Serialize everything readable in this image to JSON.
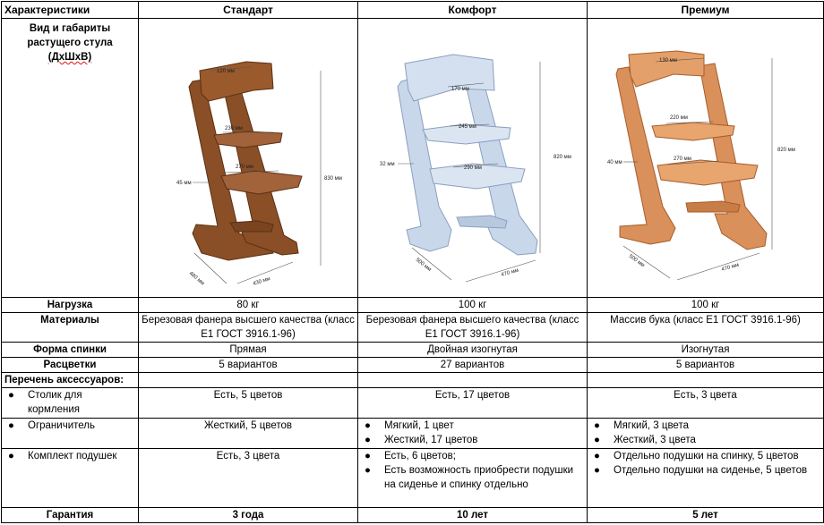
{
  "headers": [
    "Характеристики",
    "Стандарт",
    "Комфорт",
    "Премиум"
  ],
  "image_row": {
    "label_lines": [
      "Вид и габариты",
      "растущего стула"
    ],
    "label_dims": "(ДхШхВ)",
    "standard": {
      "top": "120 мм",
      "shelf1": "230 мм",
      "shelf2": "270 мм",
      "side": "45 мм",
      "height": "830 мм",
      "depth": "480 мм",
      "width": "430 мм"
    },
    "comfort": {
      "top": "170 мм",
      "shelf1": "245 мм",
      "shelf2": "290 мм",
      "side": "32 мм",
      "height": "820 мм",
      "depth": "500 мм",
      "width": "470 мм"
    },
    "premium": {
      "top": "130 мм",
      "shelf1": "220 мм",
      "shelf2": "270 мм",
      "side": "40 мм",
      "height": "820 мм",
      "depth": "500 мм",
      "width": "470 мм"
    }
  },
  "rows": {
    "load": {
      "label": "Нагрузка",
      "standard": "80 кг",
      "comfort": "100 кг",
      "premium": "100 кг"
    },
    "materials": {
      "label": "Материалы",
      "standard": "Березовая фанера высшего качества (класс Е1 ГОСТ 3916.1-96)",
      "comfort": "Березовая фанера высшего качества (класс Е1 ГОСТ 3916.1-96)",
      "premium": "Массив бука (класс Е1 ГОСТ 3916.1-96)"
    },
    "back": {
      "label": "Форма спинки",
      "standard": "Прямая",
      "comfort": "Двойная изогнутая",
      "premium": "Изогнутая"
    },
    "colors": {
      "label": "Расцветки",
      "standard": "5 вариантов",
      "comfort": "27 вариантов",
      "premium": "5 вариантов"
    },
    "accessories": {
      "label": "Перечень аксессуаров:"
    },
    "table_acc": {
      "label": "Столик для кормления",
      "standard": "Есть, 5 цветов",
      "comfort": "Есть, 17 цветов",
      "premium": "Есть, 3 цвета"
    },
    "limiter": {
      "label": "Ограничитель",
      "standard": "Жесткий, 5 цветов",
      "comfort": [
        "Мягкий, 1 цвет",
        "Жесткий, 17 цветов"
      ],
      "premium": [
        "Мягкий, 3 цвета",
        "Жесткий, 3 цвета"
      ]
    },
    "pillows": {
      "label": "Комплект подушек",
      "standard": "Есть, 3 цвета",
      "comfort": [
        "Есть, 6 цветов;",
        "Есть возможность приобрести подушки на сиденье и спинку отдельно"
      ],
      "premium": [
        "Отдельно подушки на спинку, 5 цветов",
        "Отдельно подушки на сиденье, 5 цветов"
      ]
    },
    "warranty": {
      "label": "Гарантия",
      "standard": "3 года",
      "comfort": "10 лет",
      "premium": "5 лет"
    }
  },
  "bullet": "●",
  "colors": {
    "standard_wood": "#8a4f26",
    "comfort_wood": "#c9d7ea",
    "premium_wood": "#d9905a"
  }
}
